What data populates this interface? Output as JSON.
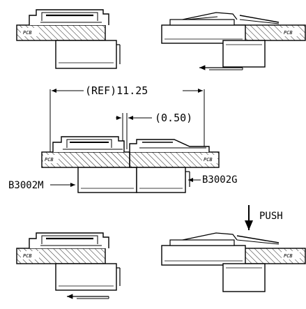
{
  "figure": {
    "pcb_label": "PCB",
    "ref_dimension": "(REF)11.25",
    "gap_dimension": "(0.50)",
    "left_part_number": "B3002M",
    "right_part_number": "B3002G",
    "push_label": "PUSH"
  }
}
